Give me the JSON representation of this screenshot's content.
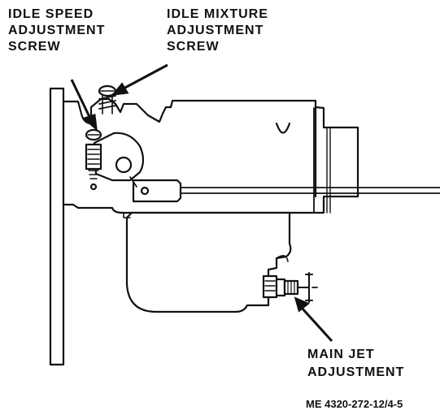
{
  "labels": {
    "idle_speed": [
      "IDLE SPEED",
      "ADJUSTMENT",
      "SCREW"
    ],
    "idle_mixture": [
      "IDLE MIXTURE",
      "ADJUSTMENT",
      "SCREW"
    ],
    "main_jet": [
      "MAIN JET",
      "ADJUSTMENT"
    ]
  },
  "caption": "ME 4320-272-12/4-5"
}
